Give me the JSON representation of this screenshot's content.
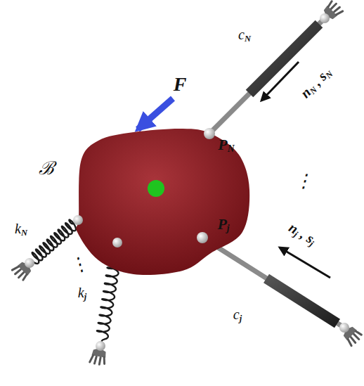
{
  "diagram": {
    "nodes": [
      {
        "text": [
          "ℬ"
        ]
      }
    ],
    "labels": [
      "F",
      "PN",
      "Pj",
      "cN",
      "cj",
      "kN",
      "kj",
      "nN , sN",
      "nj , sj",
      "⋮",
      "⋮"
    ]
  }
}
